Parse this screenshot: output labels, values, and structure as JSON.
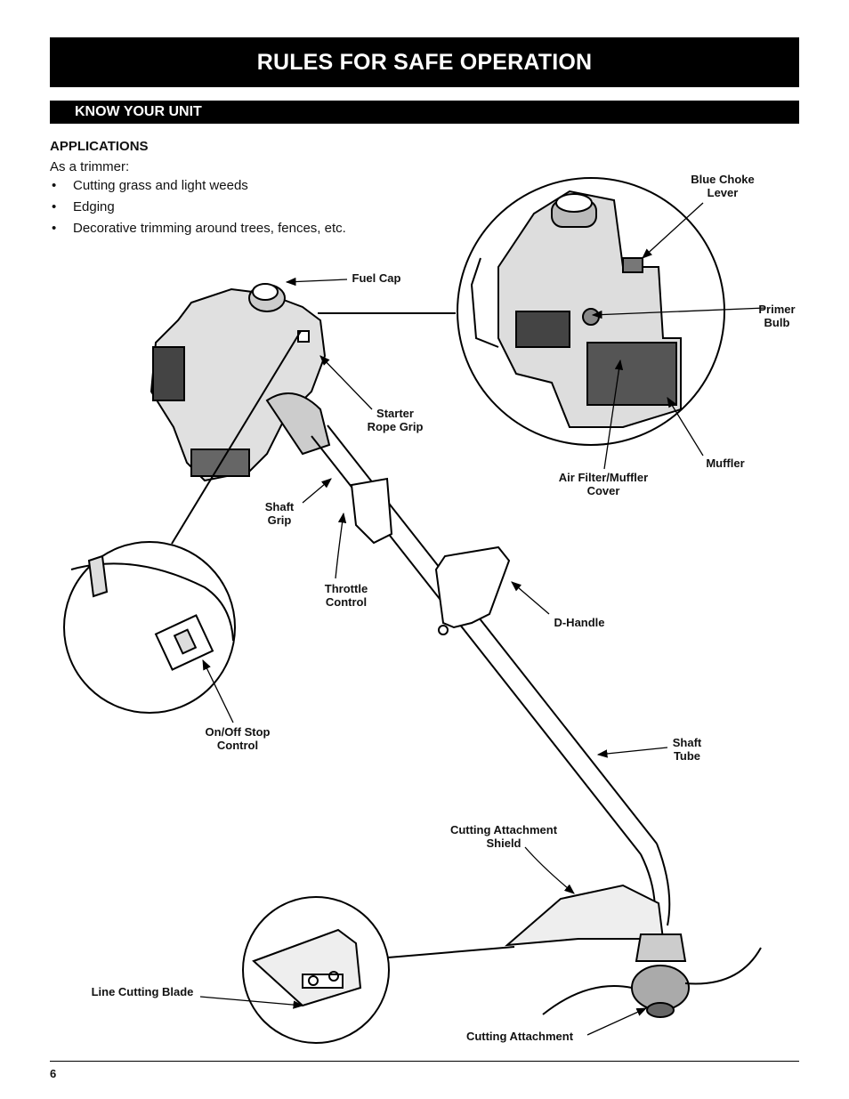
{
  "header": {
    "title": "RULES FOR SAFE OPERATION"
  },
  "section": {
    "title": "KNOW YOUR UNIT"
  },
  "applications": {
    "heading": "APPLICATIONS",
    "intro": "As a trimmer:",
    "items": [
      "Cutting grass and light weeds",
      "Edging",
      "Decorative trimming around trees, fences, etc."
    ]
  },
  "labels": {
    "blue_choke_lever": "Blue Choke\nLever",
    "fuel_cap": "Fuel Cap",
    "primer_bulb": "Primer\nBulb",
    "starter_rope_grip": "Starter\nRope Grip",
    "muffler": "Muffler",
    "air_filter_muffler_cover": "Air Filter/Muffler\nCover",
    "shaft_grip": "Shaft\nGrip",
    "throttle_control": "Throttle\nControl",
    "d_handle": "D-Handle",
    "on_off_stop_control": "On/Off Stop\nControl",
    "shaft_tube": "Shaft\nTube",
    "cutting_attachment_shield": "Cutting Attachment\nShield",
    "line_cutting_blade": "Line Cutting Blade",
    "cutting_attachment": "Cutting Attachment"
  },
  "footer": {
    "page_number": "6"
  }
}
